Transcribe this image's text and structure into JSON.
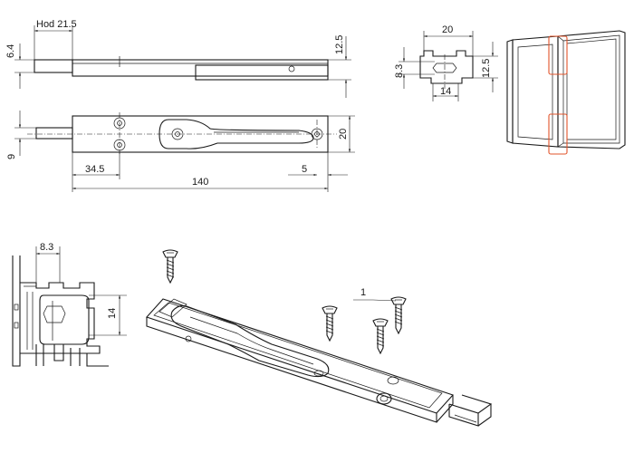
{
  "labels": {
    "stroke": "Hod 21.5",
    "dim_6_4": "6.4",
    "dim_12_5_top": "12.5",
    "dim_9": "9",
    "dim_20_side": "20",
    "dim_34_5": "34.5",
    "dim_5": "5",
    "dim_140": "140",
    "dim_20_top": "20",
    "dim_8_3_section": "8.3",
    "dim_12_5_section": "12.5",
    "dim_14_section": "14",
    "dim_8_3_profile": "8.3",
    "dim_14_profile": "14",
    "callout_1": "1"
  },
  "colors": {
    "line": "#1a1a1a",
    "highlight": "#e2542b",
    "background": "#ffffff"
  }
}
